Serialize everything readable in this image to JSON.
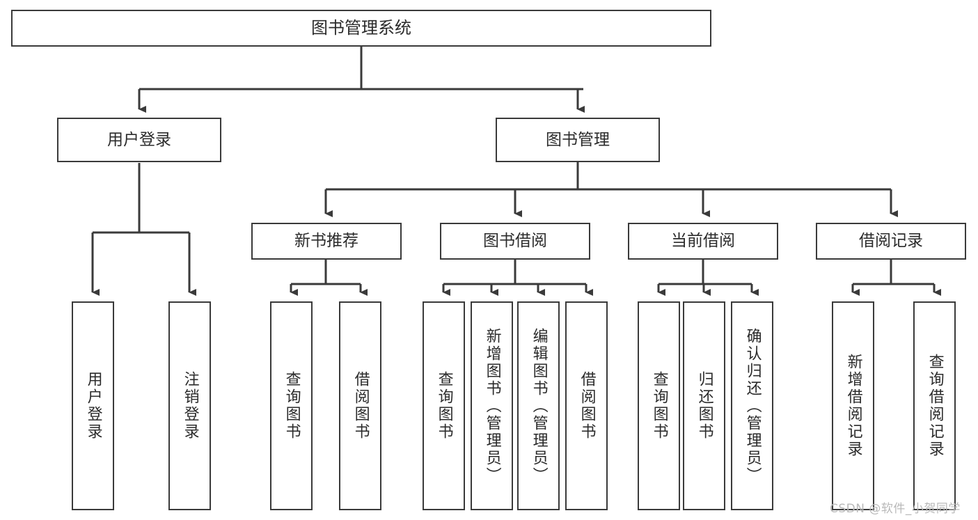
{
  "diagram": {
    "title": "图书管理系统",
    "type": "tree-hierarchy",
    "watermark": "CSDN @软件_小贺同学",
    "colors": {
      "box_border": "#3a3a3a",
      "box_fill": "#ffffff",
      "connector": "#3a3a3a",
      "text": "#2b2b2b",
      "watermark": "#b9b9b9"
    },
    "levels": {
      "root": "图书管理系统",
      "level2": [
        "用户登录",
        "图书管理"
      ],
      "level3": [
        "新书推荐",
        "图书借阅",
        "当前借阅",
        "借阅记录"
      ]
    },
    "nodes": {
      "root": {
        "label": "图书管理系统"
      },
      "user_login": {
        "label": "用户登录"
      },
      "book_manage": {
        "label": "图书管理"
      },
      "new_book_rec": {
        "label": "新书推荐"
      },
      "book_borrow": {
        "label": "图书借阅"
      },
      "current_borrow": {
        "label": "当前借阅"
      },
      "borrow_record": {
        "label": "借阅记录"
      },
      "leaf_user_login": {
        "label": "用户登录"
      },
      "leaf_logout": {
        "label": "注销登录"
      },
      "leaf_query_book_1": {
        "label": "查询图书"
      },
      "leaf_borrow_book_1": {
        "label": "借阅图书"
      },
      "leaf_query_book_2": {
        "label": "查询图书"
      },
      "leaf_add_book": {
        "label": "新增图书（管理员）"
      },
      "leaf_edit_book": {
        "label": "编辑图书（管理员）"
      },
      "leaf_borrow_book_2": {
        "label": "借阅图书"
      },
      "leaf_query_book_3": {
        "label": "查询图书"
      },
      "leaf_return_book": {
        "label": "归还图书"
      },
      "leaf_confirm_return": {
        "label": "确认归还（管理员）"
      },
      "leaf_add_record": {
        "label": "新增借阅记录"
      },
      "leaf_query_record": {
        "label": "查询借阅记录"
      }
    }
  }
}
